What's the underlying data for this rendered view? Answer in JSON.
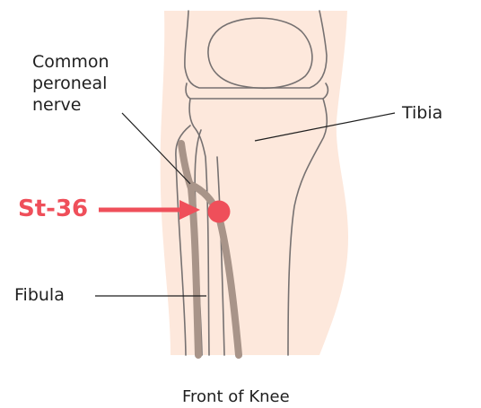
{
  "labels": {
    "nerve": "Common\nperoneal\nnerve",
    "tibia": "Tibia",
    "fibula": "Fibula",
    "point": "St-36",
    "caption": "Front of Knee"
  },
  "colors": {
    "skin": "#fde8dc",
    "bone_outline": "#767171",
    "nerve": "#a89489",
    "point": "#ef4f5a",
    "leader": "#1f1f1f"
  }
}
